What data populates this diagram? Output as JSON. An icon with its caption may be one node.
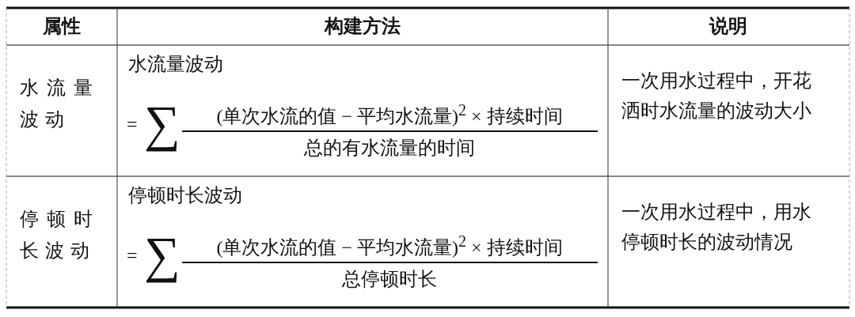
{
  "diagram": {
    "labels": [
      "属性",
      "构建方法",
      "说明",
      "水流量波动",
      "水流量波动",
      "=",
      "∑",
      "(单次水流的值 − 平均水流量)$^{2}$ × 持续时间",
      "总的有水流量的时间",
      "一次用水过程中，开花洒时水流量的波动大小",
      "停顿时长波动",
      "停顿时长波动",
      "=",
      "∑",
      "(单次水流的值 − 平均水流量)$^{2}$ × 持续时间",
      "总停顿时长",
      "一次用水过程中，用水停顿时长的波动情况"
    ]
  }
}
